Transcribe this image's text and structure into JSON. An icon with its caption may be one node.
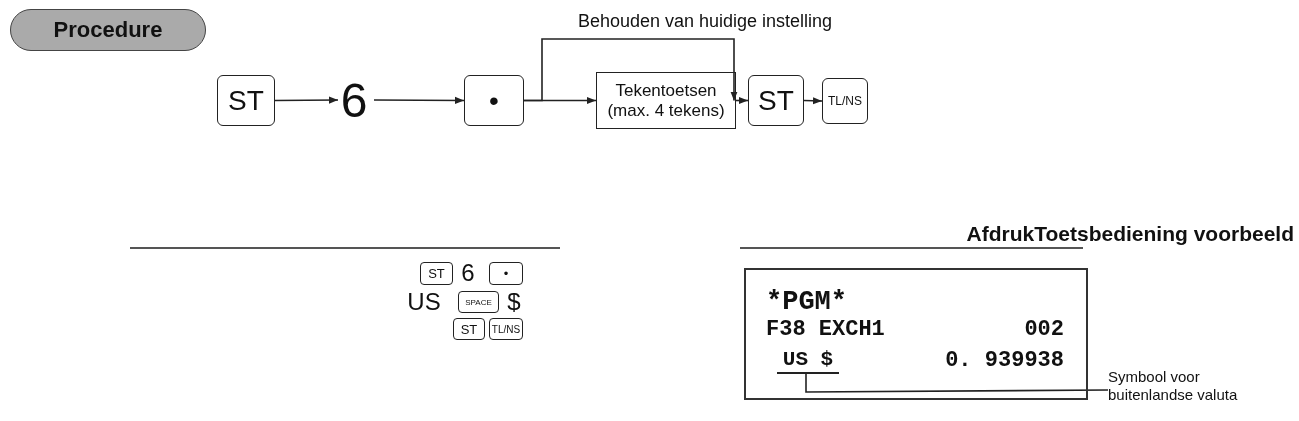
{
  "diagram": {
    "title": "Procedure",
    "nodes": [
      {
        "text": [
          "ST"
        ]
      },
      {
        "text": [
          "6"
        ]
      },
      {
        "text": [
          "•"
        ]
      },
      {
        "text": [
          "Tekentoetsen (max. 4 tekens)"
        ]
      },
      {
        "text": [
          "ST"
        ]
      },
      {
        "text": [
          "TL/NS"
        ]
      },
      {
        "text": [
          "*PGM*",
          "F38 EXCH1",
          "002",
          "0. 939938"
        ]
      },
      {
        "text": [
          "US $"
        ],
        "in": 6
      },
      {
        "text": [
          "Symbool voor buitenlandse valuta"
        ]
      }
    ],
    "edges": [
      {
        "from": 0,
        "to": 1,
        "arrow": "to"
      },
      {
        "from": 1,
        "to": 2,
        "arrow": "to"
      },
      {
        "from": 2,
        "to": 3,
        "arrow": "to"
      },
      {
        "from": 3,
        "to": 4,
        "arrow": "to"
      },
      {
        "from": 2,
        "to": 4,
        "arrow": "to",
        "label": "Behouden van huidige instelling"
      },
      {
        "from": 4,
        "to": 5,
        "arrow": "to"
      },
      {
        "from": 8,
        "to": 7,
        "arrow": "none"
      }
    ],
    "labels": [
      "AfdrukToetsbediening voorbeeld",
      "ST",
      "6",
      "•",
      "US",
      "SPACE",
      "$",
      "ST",
      "TL/NS"
    ]
  }
}
